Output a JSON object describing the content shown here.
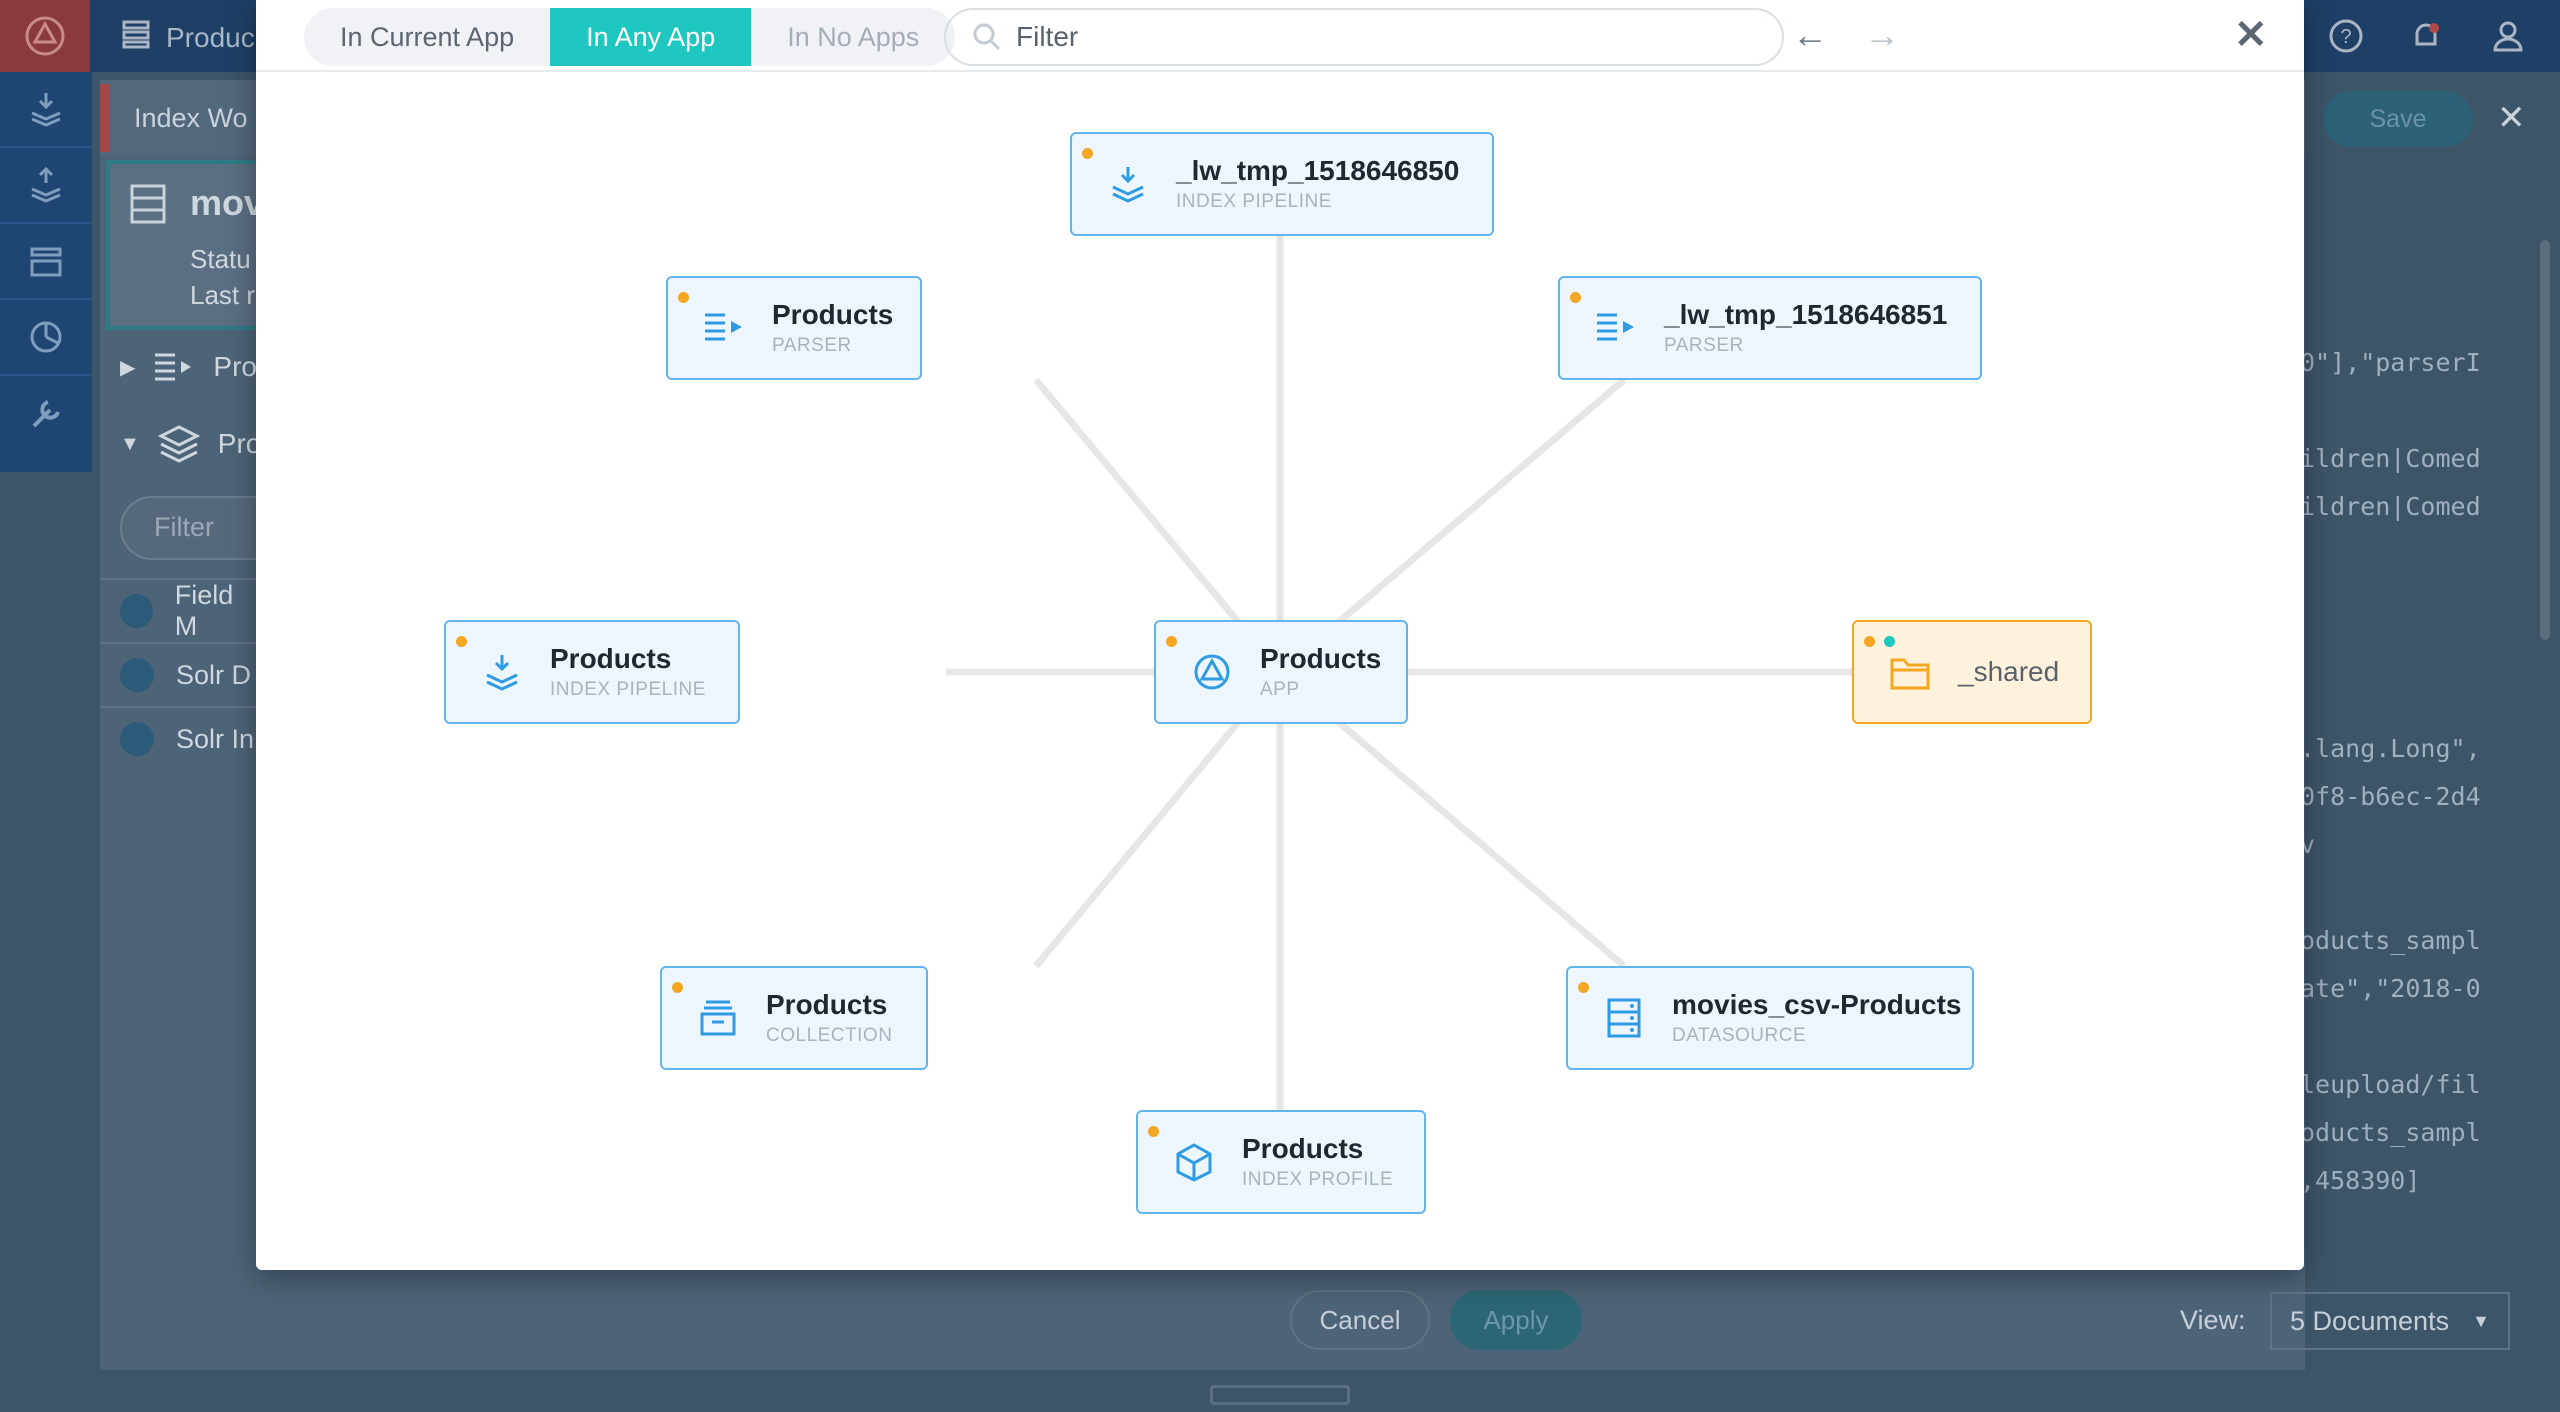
{
  "background": {
    "app_title": "Produc",
    "tab_label": "Index Wo",
    "save_label": "Save",
    "card": {
      "title": "mov",
      "line1": "Statu",
      "line2": "Last r"
    },
    "tree": [
      {
        "label": "Pro"
      },
      {
        "label": "Pro"
      }
    ],
    "filter_placeholder": "Filter",
    "list": [
      "Field M",
      "Solr D",
      "Solr In"
    ],
    "json_lines": [
      "0\"],\"parserI",
      "ildren|Comed",
      "ildren|Comed",
      ".lang.Long\",",
      "0f8-b6ec-2d4",
      "v",
      "oducts_sampl",
      "ate\",\"2018-0",
      "leupload/fil",
      "oducts_sampl",
      ",458390]"
    ],
    "cancel_label": "Cancel",
    "apply_label": "Apply",
    "view_label": "View:",
    "view_value": "5 Documents"
  },
  "modal": {
    "segments": [
      "In Current App",
      "In Any App",
      "In No Apps"
    ],
    "active_segment": "In Any App",
    "filter_placeholder": "Filter",
    "colors": {
      "accent": "#1ec7c0",
      "node_border": "#64b4ec",
      "node_bg": "#eef6fd",
      "shared_border": "#f5a623",
      "shared_bg": "#fff2dd",
      "edge": "#e6e6e6",
      "dot": "#f5a623"
    }
  },
  "graph": {
    "center": {
      "name": "Products",
      "type": "APP",
      "icon": "app-icon"
    },
    "nodes": [
      {
        "name": "_lw_tmp_1518646850",
        "type": "INDEX PIPELINE",
        "icon": "index-pipeline-icon"
      },
      {
        "name": "Products",
        "type": "PARSER",
        "icon": "parser-icon"
      },
      {
        "name": "_lw_tmp_1518646851",
        "type": "PARSER",
        "icon": "parser-icon"
      },
      {
        "name": "Products",
        "type": "INDEX PIPELINE",
        "icon": "index-pipeline-icon"
      },
      {
        "name": "_shared",
        "type": "",
        "icon": "folder-icon"
      },
      {
        "name": "Products",
        "type": "COLLECTION",
        "icon": "collection-icon"
      },
      {
        "name": "movies_csv-Products",
        "type": "DATASOURCE",
        "icon": "datasource-icon"
      },
      {
        "name": "Products",
        "type": "INDEX PROFILE",
        "icon": "index-profile-icon"
      }
    ]
  }
}
